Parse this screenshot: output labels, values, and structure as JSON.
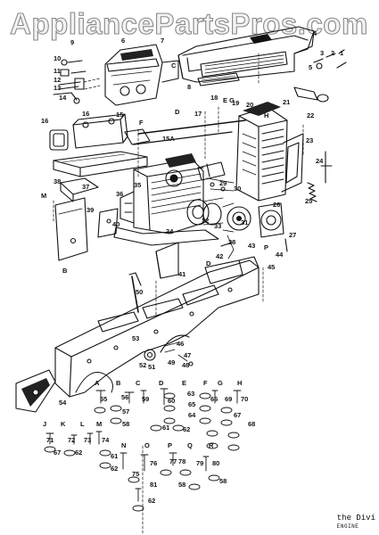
{
  "watermark": {
    "text": "AppliancePartsPros.com"
  },
  "footer": {
    "line1": "the Divi",
    "line2": "ENGINE"
  },
  "callouts": {
    "n1": "1",
    "n2": "2",
    "n3": "3",
    "n4": "4",
    "n5": "5",
    "n6": "6",
    "n7": "7",
    "n8": "8",
    "n9": "9",
    "n10": "10",
    "n11": "11",
    "n12": "12",
    "n13": "13",
    "n14": "14",
    "n15": "15",
    "n15a": "15A",
    "n16": "16",
    "n17": "17",
    "n18": "18",
    "n19": "19",
    "n20": "20",
    "n21": "21",
    "n22": "22",
    "n23": "23",
    "n24": "24",
    "n25": "25",
    "n26": "26",
    "n27": "27",
    "n28": "28",
    "n29": "29",
    "n30": "30",
    "n31": "31",
    "n32": "32",
    "n33": "33",
    "n34": "34",
    "n35": "35",
    "n36": "36",
    "n37": "37",
    "n38": "38",
    "n39": "39",
    "n40": "40",
    "n41": "41",
    "n42": "42",
    "n43": "43",
    "n44": "44",
    "n45": "45",
    "n46": "46",
    "n47": "47",
    "n48": "48",
    "n49": "49",
    "n50": "50",
    "n51": "51",
    "n52": "52",
    "n53": "53",
    "n54": "54",
    "n55": "55",
    "n56": "56",
    "n57": "57",
    "n58": "58",
    "n59": "59",
    "n60": "60",
    "n61": "61",
    "n62": "62",
    "n63": "63",
    "n64": "64",
    "n65": "65",
    "n66": "66",
    "n67": "67",
    "n68": "68",
    "n69": "69",
    "n70": "70",
    "n71": "71",
    "n72": "72",
    "n73": "73",
    "n74": "74",
    "n75": "75",
    "n76": "76",
    "n77": "77",
    "n78": "78",
    "n79": "79",
    "n80": "80",
    "n81": "81",
    "A": "A",
    "B": "B",
    "C": "C",
    "D": "D",
    "E": "E",
    "F": "F",
    "G": "G",
    "H": "H",
    "J": "J",
    "K": "K",
    "L": "L",
    "M": "M",
    "N": "N",
    "O": "O",
    "P": "P",
    "Q": "Q",
    "R": "R",
    "EG": "E G"
  }
}
